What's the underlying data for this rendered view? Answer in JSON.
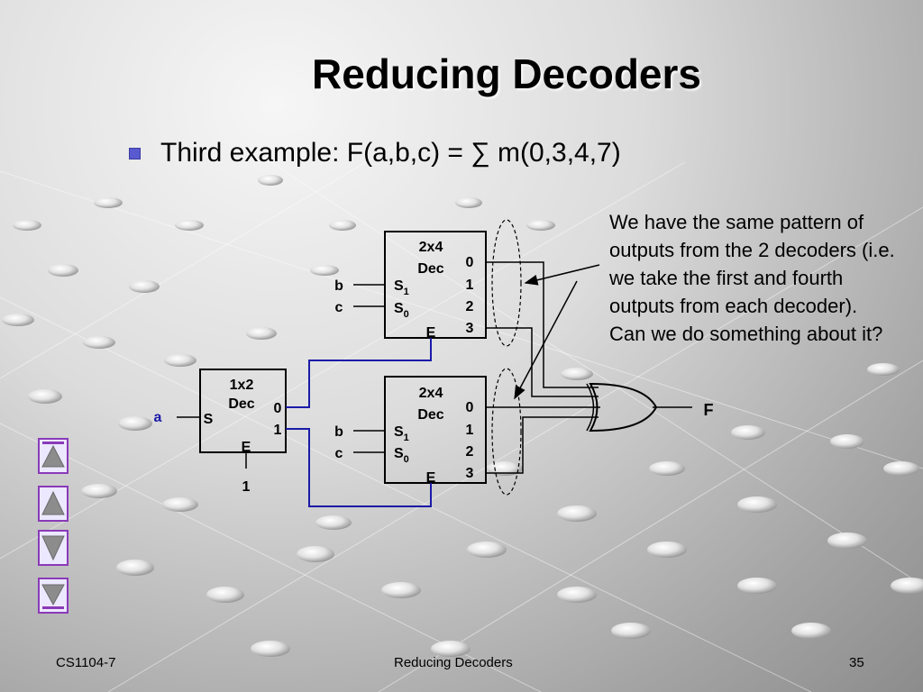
{
  "slide": {
    "title": "Reducing Decoders",
    "bullet": "Third example: F(a,b,c) = ∑ m(0,3,4,7)",
    "note": "We have the same pattern of outputs from the 2 decoders (i.e. we take the first and fourth outputs from each decoder).  Can we do something about it?"
  },
  "diagram": {
    "top_decoder": {
      "name": "2x4",
      "sub": "Dec",
      "outputs": [
        "0",
        "1",
        "2",
        "3"
      ],
      "s1": "S",
      "s1_sub": "1",
      "s0": "S",
      "s0_sub": "0",
      "enable": "E",
      "in1": "b",
      "in2": "c"
    },
    "bottom_decoder": {
      "name": "2x4",
      "sub": "Dec",
      "outputs": [
        "0",
        "1",
        "2",
        "3"
      ],
      "s1": "S",
      "s1_sub": "1",
      "s0": "S",
      "s0_sub": "0",
      "enable": "E",
      "in1": "b",
      "in2": "c"
    },
    "small_decoder": {
      "name": "1x2",
      "sub": "Dec",
      "outputs": [
        "0",
        "1"
      ],
      "select": "S",
      "enable": "E",
      "input": "a",
      "enable_value": "1"
    },
    "or_output": "F",
    "colors": {
      "wire": "#000000",
      "enable_wire": "#1a1aa8",
      "input_a": "#1a1aa8",
      "nav_border": "#8a3ab8",
      "nav_fill": "#ece8ff",
      "nav_triangle": "#8c8c8c"
    }
  },
  "nav": {
    "icons": [
      "first-slide-icon",
      "previous-slide-icon",
      "next-slide-icon",
      "last-slide-icon"
    ]
  },
  "footer": {
    "left": "CS1104-7",
    "center": "Reducing Decoders",
    "page": "35"
  }
}
